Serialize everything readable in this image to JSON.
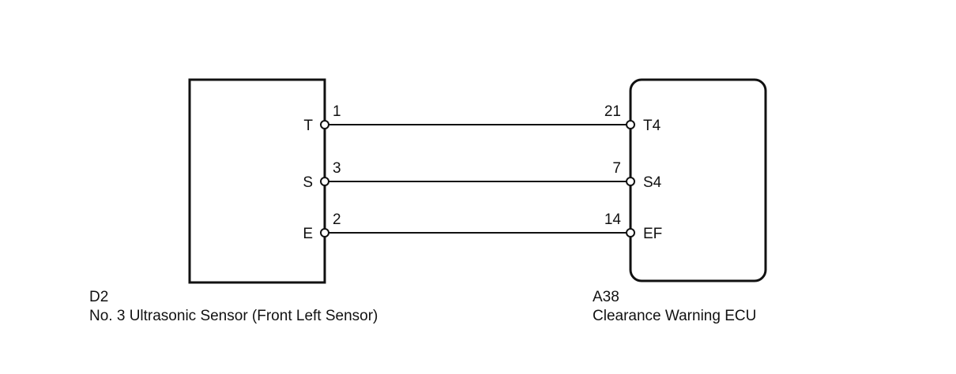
{
  "components": {
    "sensor": {
      "code": "D2",
      "name": "No. 3 Ultrasonic Sensor (Front Left Sensor)",
      "terminals": [
        {
          "label": "T",
          "pin": "1"
        },
        {
          "label": "S",
          "pin": "3"
        },
        {
          "label": "E",
          "pin": "2"
        }
      ]
    },
    "ecu": {
      "code": "A38",
      "name": "Clearance Warning ECU",
      "terminals": [
        {
          "label": "T4",
          "pin": "21"
        },
        {
          "label": "S4",
          "pin": "7"
        },
        {
          "label": "EF",
          "pin": "14"
        }
      ]
    }
  },
  "colors": {
    "line": "#111111",
    "background": "#ffffff"
  }
}
